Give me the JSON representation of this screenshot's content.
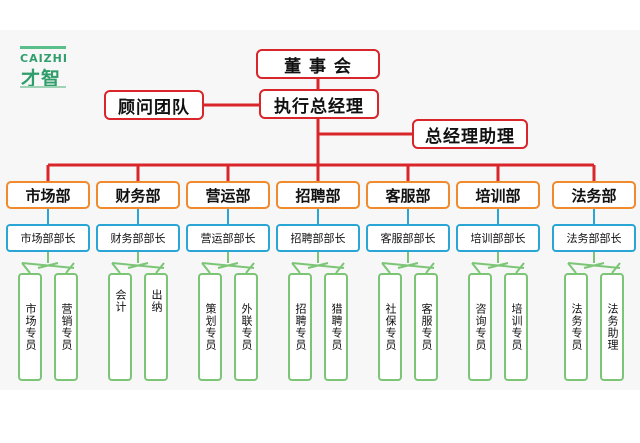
{
  "logo": {
    "en": "CAIZHI",
    "cn": "才智"
  },
  "top": {
    "board": "董 事 会",
    "advisor": "顾问团队",
    "gm": "执行总经理",
    "assistant": "总经理助理"
  },
  "departments": [
    {
      "name": "市场部",
      "head": "市场部部长",
      "staff": [
        "市场专员",
        "营销专员"
      ]
    },
    {
      "name": "财务部",
      "head": "财务部部长",
      "staff": [
        "会计",
        "出纳"
      ]
    },
    {
      "name": "营运部",
      "head": "营运部部长",
      "staff": [
        "策划专员",
        "外联专员"
      ]
    },
    {
      "name": "招聘部",
      "head": "招聘部部长",
      "staff": [
        "招聘专员",
        "猎聘专员"
      ]
    },
    {
      "name": "客服部",
      "head": "客服部部长",
      "staff": [
        "社保专员",
        "客服专员"
      ]
    },
    {
      "name": "培训部",
      "head": "培训部部长",
      "staff": [
        "咨询专员",
        "培训专员"
      ]
    },
    {
      "name": "法务部",
      "head": "法务部部长",
      "staff": [
        "法务专员",
        "法务助理"
      ]
    }
  ],
  "colors": {
    "top": "#d9262b",
    "department": "#f08a2c",
    "head": "#2aa6d6",
    "staff": "#7cc576"
  }
}
